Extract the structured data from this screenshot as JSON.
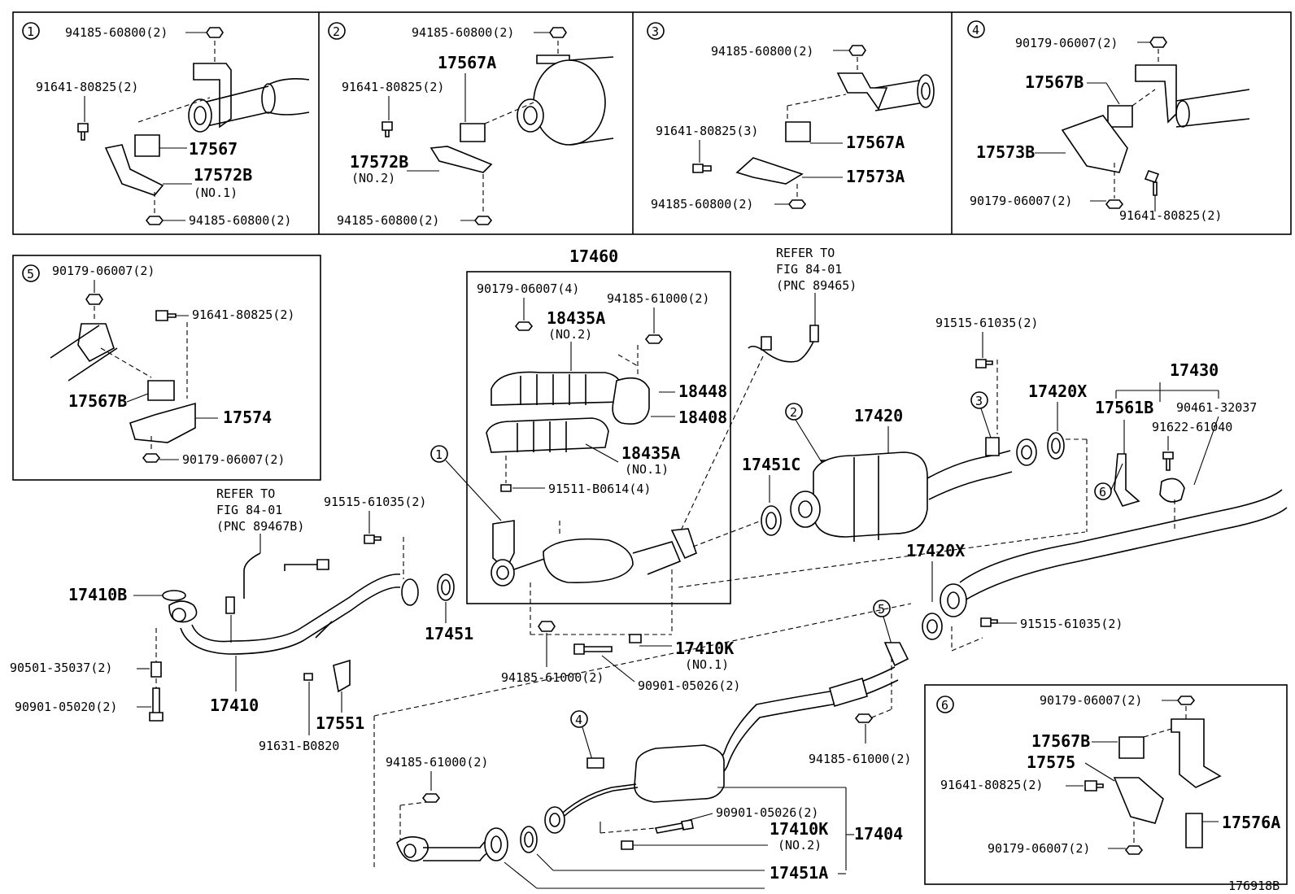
{
  "panels": {
    "p1": {
      "num": "1",
      "labels": [
        "94185-60800(2)",
        "91641-80825(2)",
        "17567",
        "17572B",
        "(NO.1)",
        "94185-60800(2)"
      ]
    },
    "p2": {
      "num": "2",
      "labels": [
        "94185-60800(2)",
        "17567A",
        "91641-80825(2)",
        "17572B",
        "(NO.2)",
        "94185-60800(2)"
      ]
    },
    "p3": {
      "num": "3",
      "labels": [
        "94185-60800(2)",
        "91641-80825(3)",
        "17567A",
        "17573A",
        "94185-60800(2)"
      ]
    },
    "p4": {
      "num": "4",
      "labels": [
        "90179-06007(2)",
        "17567B",
        "17573B",
        "90179-06007(2)",
        "91641-80825(2)"
      ]
    },
    "p5": {
      "num": "5",
      "labels": [
        "90179-06007(2)",
        "91641-80825(2)",
        "17567B",
        "17574",
        "90179-06007(2)"
      ]
    },
    "p6": {
      "num": "6",
      "labels": [
        "90179-06007(2)",
        "17567B",
        "17575",
        "91641-80825(2)",
        "17576A",
        "90179-06007(2)"
      ]
    }
  },
  "main": {
    "refer1": [
      "REFER TO",
      "FIG 84-01",
      "(PNC 89465)"
    ],
    "refer2": [
      "REFER TO",
      "FIG 84-01",
      "(PNC 89467B)"
    ],
    "l17460": "17460",
    "l90179_4": "90179-06007(4)",
    "l94185_61000_a": "94185-61000(2)",
    "l18435A_2": "18435A",
    "lno2_a": "(NO.2)",
    "l18448": "18448",
    "l18408": "18408",
    "l18435A_1": "18435A",
    "lno1_a": "(NO.1)",
    "l91511": "91511-B0614(4)",
    "l91515_a": "91515-61035(2)",
    "l17430": "17430",
    "l17420X_a": "17420X",
    "l17561B": "17561B",
    "l90461": "90461-32037",
    "l91622": "91622-61040",
    "l17420": "17420",
    "l17451C": "17451C",
    "l91515_b": "91515-61035(2)",
    "l17410B": "17410B",
    "l17451": "17451",
    "l17420X_b": "17420X",
    "l91515_c": "91515-61035(2)",
    "l90501": "90501-35037(2)",
    "l90901_05020": "90901-05020(2)",
    "l17410": "17410",
    "l17551": "17551",
    "l91631": "91631-B0820",
    "l94185_61000_b": "94185-61000(2)",
    "l17410K_1": "17410K",
    "lno1_b": "(NO.1)",
    "l90901_05026_a": "90901-05026(2)",
    "l94185_61000_c": "94185-61000(2)",
    "l94185_61000_d": "94185-61000(2)",
    "l90901_05026_b": "90901-05026(2)",
    "l17410K_2": "17410K",
    "lno2_b": "(NO.2)",
    "l17404": "17404",
    "l17451A": "17451A",
    "callout1": "1",
    "callout2": "2",
    "callout3": "3",
    "callout4": "4",
    "callout5": "5",
    "callout6": "6",
    "figure_id": "176918B"
  }
}
